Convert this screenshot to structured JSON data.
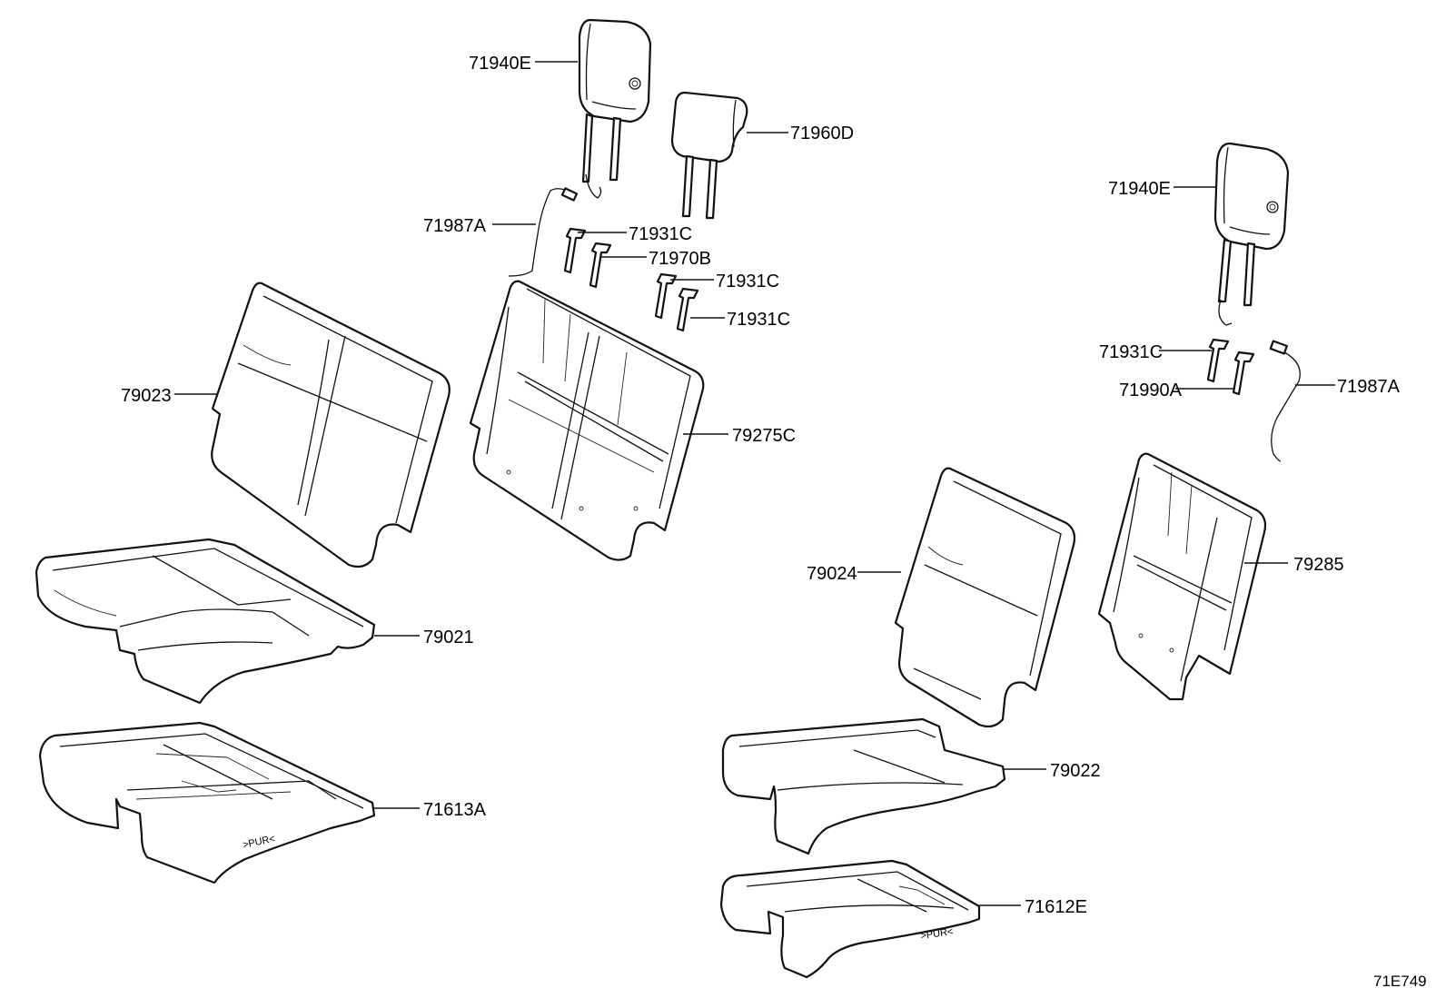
{
  "diagram_code": "71E749",
  "callouts": {
    "headrest_left": "71940E",
    "headrest_center": "71960D",
    "wire_left": "71987A",
    "guide_a": "71931C",
    "guide_lock": "71970B",
    "guide_b": "71931C",
    "guide_c": "71931C",
    "back_cover_left": "79023",
    "back_frame_left": "79275C",
    "cushion_cover_left": "79021",
    "cushion_pad_left": "71613A",
    "headrest_right": "71940E",
    "guide_right": "71931C",
    "guide_lock_right": "71990A",
    "wire_right": "71987A",
    "back_cover_right": "79024",
    "back_frame_right": "79285",
    "cushion_cover_right": "79022",
    "cushion_pad_right": "71612E"
  },
  "foam_marks": {
    "left": ">PUR<",
    "right": ">PUR<"
  }
}
